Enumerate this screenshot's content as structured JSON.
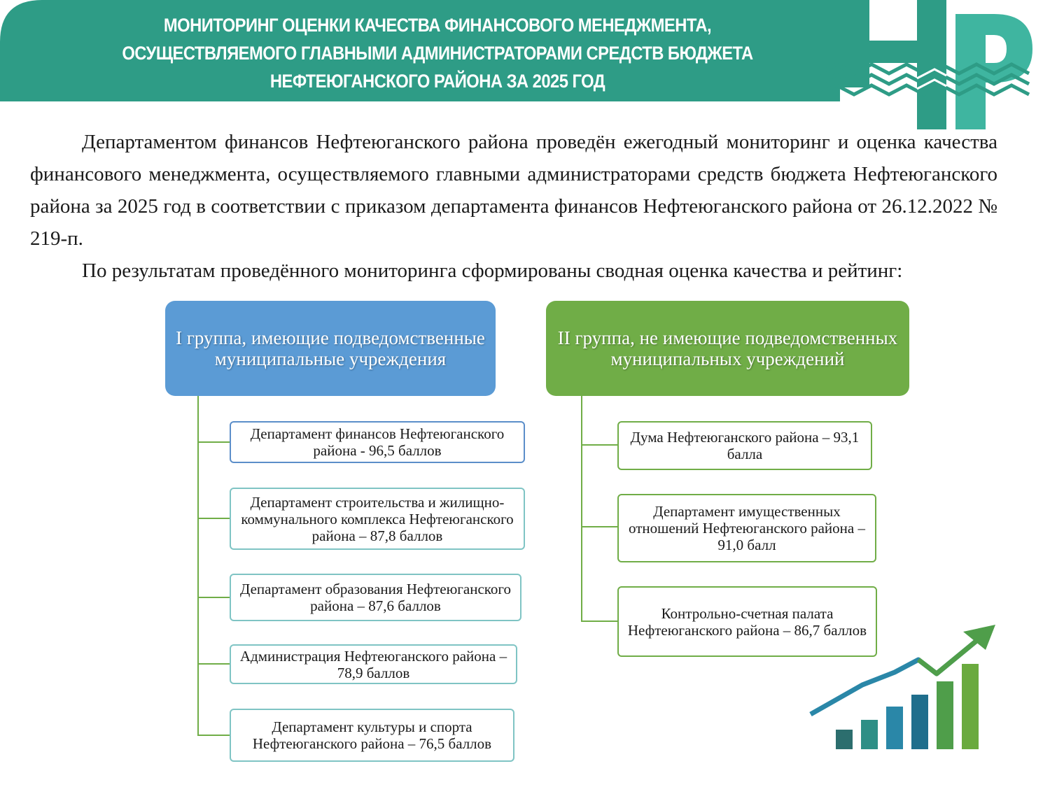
{
  "header": {
    "title_line1": "МОНИТОРИНГ ОЦЕНКИ КАЧЕСТВА ФИНАНСОВОГО МЕНЕДЖМЕНТА,",
    "title_line2": "ОСУЩЕСТВЛЯЕМОГО ГЛАВНЫМИ АДМИНИСТРАТОРАМИ СРЕДСТВ БЮДЖЕТА",
    "title_line3": "НЕФТЕЮГАНСКОГО РАЙОНА ЗА 2025 ГОД",
    "logo_icon": "np-logo-icon"
  },
  "body": {
    "paragraph1": "Департаментом финансов Нефтеюганского района проведён ежегодный мониторинг и оценка качества финансового менеджмента, осуществляемого главными администраторами средств бюджета Нефтеюганского района за 2025 год в соответствии с приказом департамента финансов Нефтеюганского района от 26.12.2022 № 219-п.",
    "paragraph2": "По результатам проведённого мониторинга сформированы сводная оценка качества и рейтинг:"
  },
  "group1": {
    "title": "I группа, имеющие подведомственные муниципальные учреждения",
    "items": [
      {
        "text": "Департамент финансов Нефтеюганского района - 96,5 баллов"
      },
      {
        "text": "Департамент строительства и жилищно-коммунального комплекса Нефтеюганского района – 87,8 баллов"
      },
      {
        "text": "Департамент образования Нефтеюганского района – 87,6 баллов"
      },
      {
        "text": "Администрация Нефтеюганского района – 78,9 баллов"
      },
      {
        "text": "Департамент культуры и спорта Нефтеюганского района – 76,5 баллов"
      }
    ]
  },
  "group2": {
    "title": "II группа, не имеющие подведомственных муниципальных учреждений",
    "items": [
      {
        "text": "Дума Нефтеюганского района – 93,1 балла"
      },
      {
        "text": "Департамент имущественных отношений Нефтеюганского района – 91,0 балл"
      },
      {
        "text": "Контрольно-счетная палата Нефтеюганского района – 86,7 баллов"
      }
    ]
  },
  "colors": {
    "banner": "#2e9c86",
    "group1": "#5b9bd5",
    "group2": "#70ad47",
    "connector": "#70ad47"
  },
  "decor": {
    "growth_icon": "growth-chart-icon"
  }
}
